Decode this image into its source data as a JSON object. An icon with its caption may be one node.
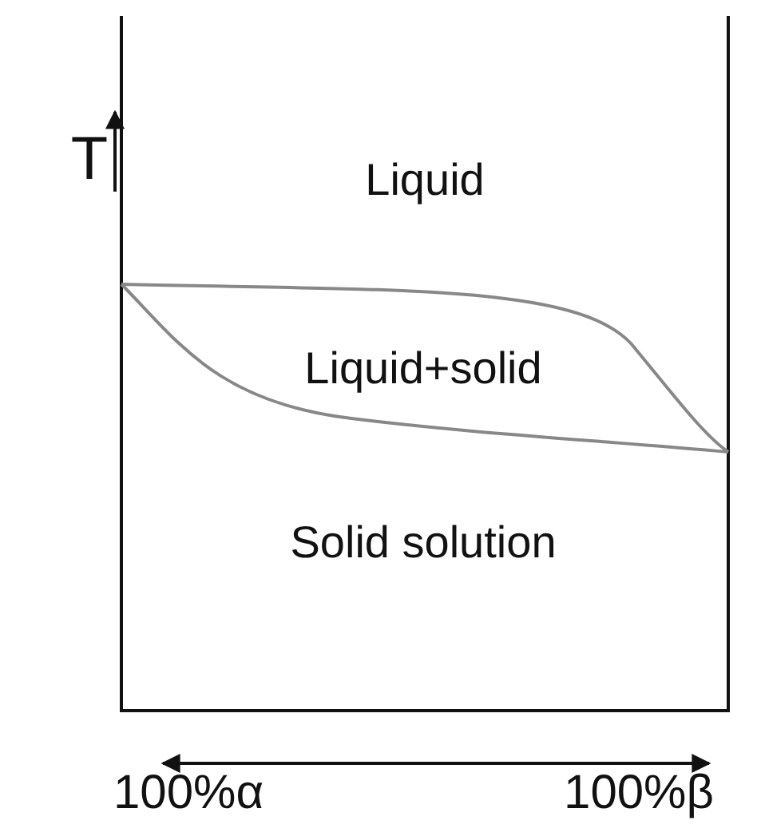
{
  "diagram": {
    "labels": [
      "T",
      "Liquid",
      "Liquid+solid",
      "Solid solution",
      "100%α",
      "100%β"
    ]
  }
}
